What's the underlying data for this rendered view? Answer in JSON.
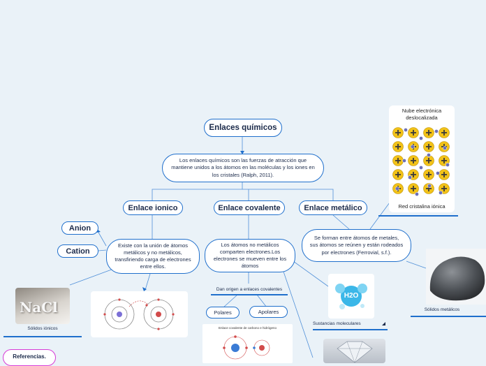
{
  "title": "Enlaces químicos",
  "definition": "Los enlaces químicos son las fuerzas de atracción que mantiene unidos a los átomos en las moléculas y los iones en los cristales (Ralph, 2011).",
  "branches": {
    "ionic": {
      "label": "Enlace ionico",
      "description": "Existe con la unión de átomos metálicos y no metálicos, transfiriendo carga de electrones entre ellos.",
      "ion_types": [
        "Anion",
        "Cation"
      ],
      "example_caption": "Sólidos iónicos",
      "example_image_text": "NaCl"
    },
    "covalent": {
      "label": "Enlace covalente",
      "description": "Los átomos no metálicos comparten electrones.Los electrones se mueven entre los átomos",
      "gives_rise": "Dan origen a enlaces covalentes",
      "types": [
        "Polares",
        "Apolares"
      ],
      "diagram_title": "Enlace covalente de carbono e hidrógeno",
      "molecular_caption": "Sustancias moleculares",
      "molecule_label": "H2O"
    },
    "metallic": {
      "label": "Enlace metálico",
      "description": "Se forman entre átomos de metales, sus átomos se reúnen y están rodeados por electrones (Ferrovial, s.f.).",
      "cloud_label": "Nube electrónica deslocalizada",
      "lattice_label": "Red cristalina iónica",
      "example_caption": "Sólidos metálicos"
    }
  },
  "references_label": "Referencias.",
  "colors": {
    "accent": "#1f6fcc",
    "background": "#eaf2f8",
    "references_border": "#d63bd6",
    "text": "#1b2a4a"
  }
}
